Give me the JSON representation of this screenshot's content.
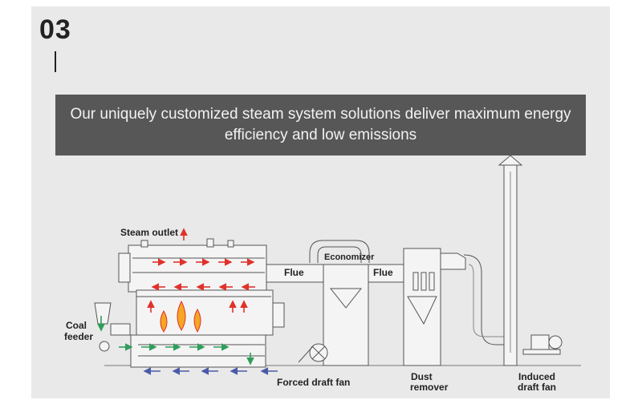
{
  "step": {
    "number": "03"
  },
  "banner": {
    "text": "Our uniquely customized steam system solutions deliver maximum energy efficiency and low emissions"
  },
  "labels": {
    "steam_outlet": "Steam  outlet",
    "economizer": "Economizer",
    "flue_left": "Flue",
    "flue_right": "Flue",
    "coal_feeder_1": "Coal",
    "coal_feeder_2": "feeder",
    "forced_draft_fan": "Forced draft fan",
    "dust_remover_1": "Dust",
    "dust_remover_2": "remover",
    "induced_draft_fan_1": "Induced",
    "induced_draft_fan_2": "draft fan"
  },
  "colors": {
    "panel": "#e9e9e9",
    "banner": "#575757",
    "arrow_red": "#e0322b",
    "arrow_green": "#2f9e5a",
    "arrow_blue": "#4a5aa8",
    "flame": "#f5a623"
  }
}
